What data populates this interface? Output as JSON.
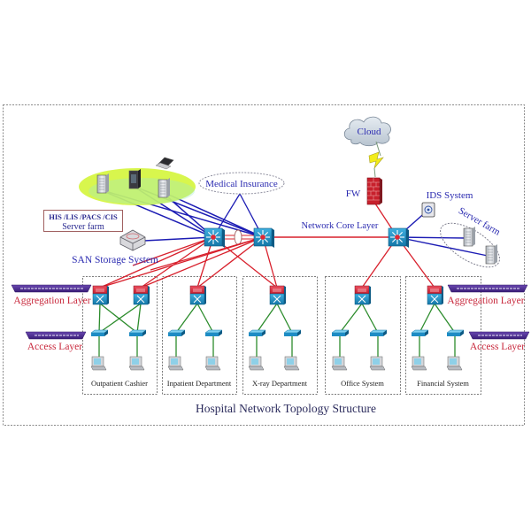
{
  "title": "Hospital Network Topology Structure",
  "colors": {
    "core_link": "#d8202c",
    "server_link": "#1c1cb4",
    "access_link": "#2c8c2c",
    "switch_blue": "#1e8cc4",
    "switch_red": "#d83040",
    "layer_label": "#c8283c",
    "node_label": "#2a2ab0",
    "ellipse_green": "#d4f53a",
    "chassis_purple": "#4a2a8c"
  },
  "labels": {
    "cloud": "Cloud",
    "firewall": "FW",
    "ids": "IDS System",
    "network_core": "Network Core Layer",
    "medical_insurance": "Medical Insurance",
    "server_farm_right": "Server farm",
    "server_farm_left_line1": "HIS /LIS /PACS /CIS",
    "server_farm_left_line2": "Server farm",
    "san": "SAN Storage System",
    "aggregation_left": "Aggregation Layer",
    "access_left": "Access Layer",
    "aggregation_right": "Aggregation Layer",
    "access_right": "Access Layer"
  },
  "departments": [
    {
      "name": "Outpatient Cashier",
      "aggregation_switches": 2,
      "access_switches": 2,
      "pcs": 2
    },
    {
      "name": "Inpatient Department",
      "aggregation_switches": 1,
      "access_switches": 2,
      "pcs": 2
    },
    {
      "name": "X-ray Department",
      "aggregation_switches": 1,
      "access_switches": 2,
      "pcs": 2
    },
    {
      "name": "Office System",
      "aggregation_switches": 1,
      "access_switches": 2,
      "pcs": 2
    },
    {
      "name": "Financial System",
      "aggregation_switches": 1,
      "access_switches": 2,
      "pcs": 2
    }
  ]
}
